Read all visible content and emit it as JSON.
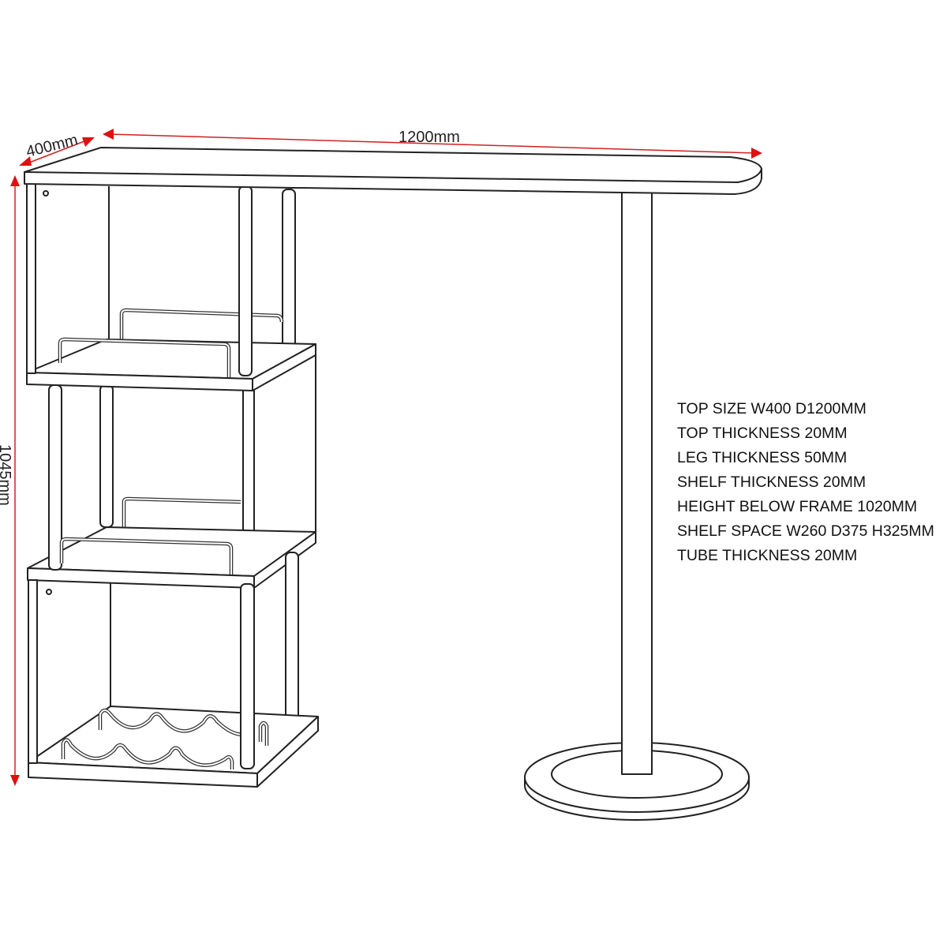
{
  "dimensions": {
    "depth": "400mm",
    "width": "1200mm",
    "height": "1045mm"
  },
  "specs": [
    "TOP SIZE W400 D1200MM",
    "TOP THICKNESS 20MM",
    "LEG THICKNESS 50MM",
    "SHELF THICKNESS 20MM",
    "HEIGHT BELOW FRAME 1020MM",
    "SHELF SPACE W260 D375 H325MM",
    "TUBE THICKNESS 20MM"
  ],
  "colors": {
    "dimension_line": "#e01010",
    "outline": "#222222"
  }
}
